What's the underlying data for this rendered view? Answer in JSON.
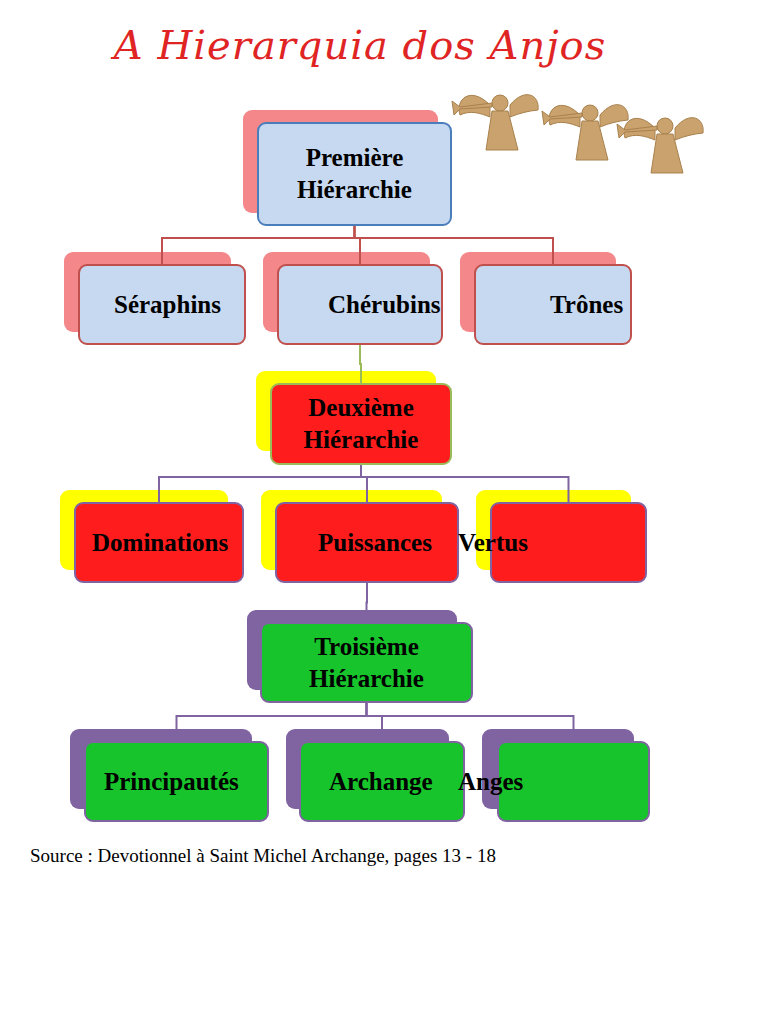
{
  "diagram": {
    "title": "A Hierarquia dos Anjos",
    "caption": "Source : Devotionnel à Saint Michel Archange, pages 13 - 18",
    "nodes": [
      {
        "text": [
          "Première Hiérarchie"
        ]
      },
      {
        "text": [
          "Séraphins"
        ]
      },
      {
        "text": [
          "Chérubins"
        ]
      },
      {
        "text": [
          "Trônes"
        ]
      },
      {
        "text": [
          "Deuxième Hiérarchie"
        ]
      },
      {
        "text": [
          "Dominations"
        ]
      },
      {
        "text": [
          "Puissances"
        ]
      },
      {
        "text": [
          "Vertus"
        ]
      },
      {
        "text": [
          "Troisième Hiérarchie"
        ]
      },
      {
        "text": [
          "Principautés"
        ]
      },
      {
        "text": [
          "Archange"
        ]
      },
      {
        "text": [
          "Anges"
        ]
      }
    ],
    "edges": [
      {
        "from": 0,
        "to": 1,
        "arrow": "none"
      },
      {
        "from": 0,
        "to": 2,
        "arrow": "none"
      },
      {
        "from": 0,
        "to": 3,
        "arrow": "none"
      },
      {
        "from": 2,
        "to": 4,
        "arrow": "none"
      },
      {
        "from": 4,
        "to": 5,
        "arrow": "none"
      },
      {
        "from": 4,
        "to": 6,
        "arrow": "none"
      },
      {
        "from": 4,
        "to": 7,
        "arrow": "none"
      },
      {
        "from": 6,
        "to": 8,
        "arrow": "none"
      },
      {
        "from": 8,
        "to": 9,
        "arrow": "none"
      },
      {
        "from": 8,
        "to": 10,
        "arrow": "none"
      },
      {
        "from": 8,
        "to": 11,
        "arrow": "none"
      }
    ]
  }
}
